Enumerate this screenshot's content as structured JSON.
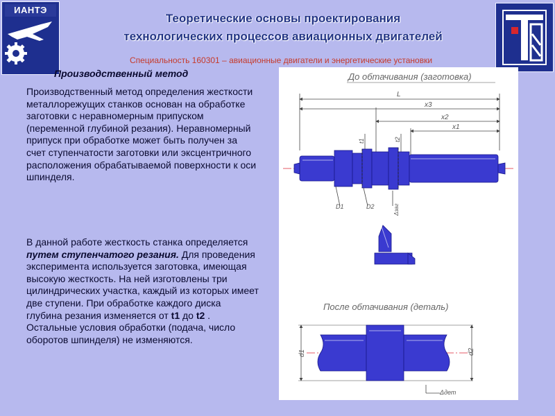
{
  "header": {
    "brand": "ИАНТЭ",
    "title_line1": "Теоретические основы проектирования",
    "title_line2": "технологических процессов авиационных двигателей",
    "specialty": "Специальность 160301 – авиационные двигатели и энергетические установки"
  },
  "content": {
    "heading": "Производственный метод",
    "para1": "Производственный метод определения жесткости металлорежущих станков основан на обработке заготовки с неравномерным припуском (переменной глубиной резания). Неравномерный припуск при обработке может быть получен за счет ступенчатости заготовки или эксцентричного расположения обрабатываемой поверхности к оси шпинделя.",
    "para2_a": "В данной работе жесткость станка определяется ",
    "para2_b": "путем ступенчатого резания.",
    "para2_c": " Для проведения эксперимента используется заготовка, имеющая высокую жесткость. На ней изготовлены три цилиндрических участка, каждый из которых имеет две ступени. При обработке каждого диска глубина резания изменяется от ",
    "t1": "t1",
    "para2_d": "  до ",
    "t2": "t2",
    "para2_e": "   . Остальные условия обработки (подача, число оборотов шпинделя) не изменяются."
  },
  "drawing": {
    "caption_before": "До обтачивания (заготовка)",
    "caption_after": "После обтачивания (деталь)",
    "dim_L": "L",
    "dim_x3": "x3",
    "dim_x2": "x2",
    "dim_x1": "x1",
    "t1": "t1",
    "t2": "t2",
    "D1": "D1",
    "D2": "D2",
    "delta_zag": "Δзаг",
    "d1": "d1",
    "d2": "d2",
    "delta_det": "Δдет"
  },
  "colors": {
    "background": "#b7b9ee",
    "title": "#233586",
    "specialty": "#c63a2a",
    "part_blue": "#3a3ad0",
    "dim_line": "#444444"
  }
}
